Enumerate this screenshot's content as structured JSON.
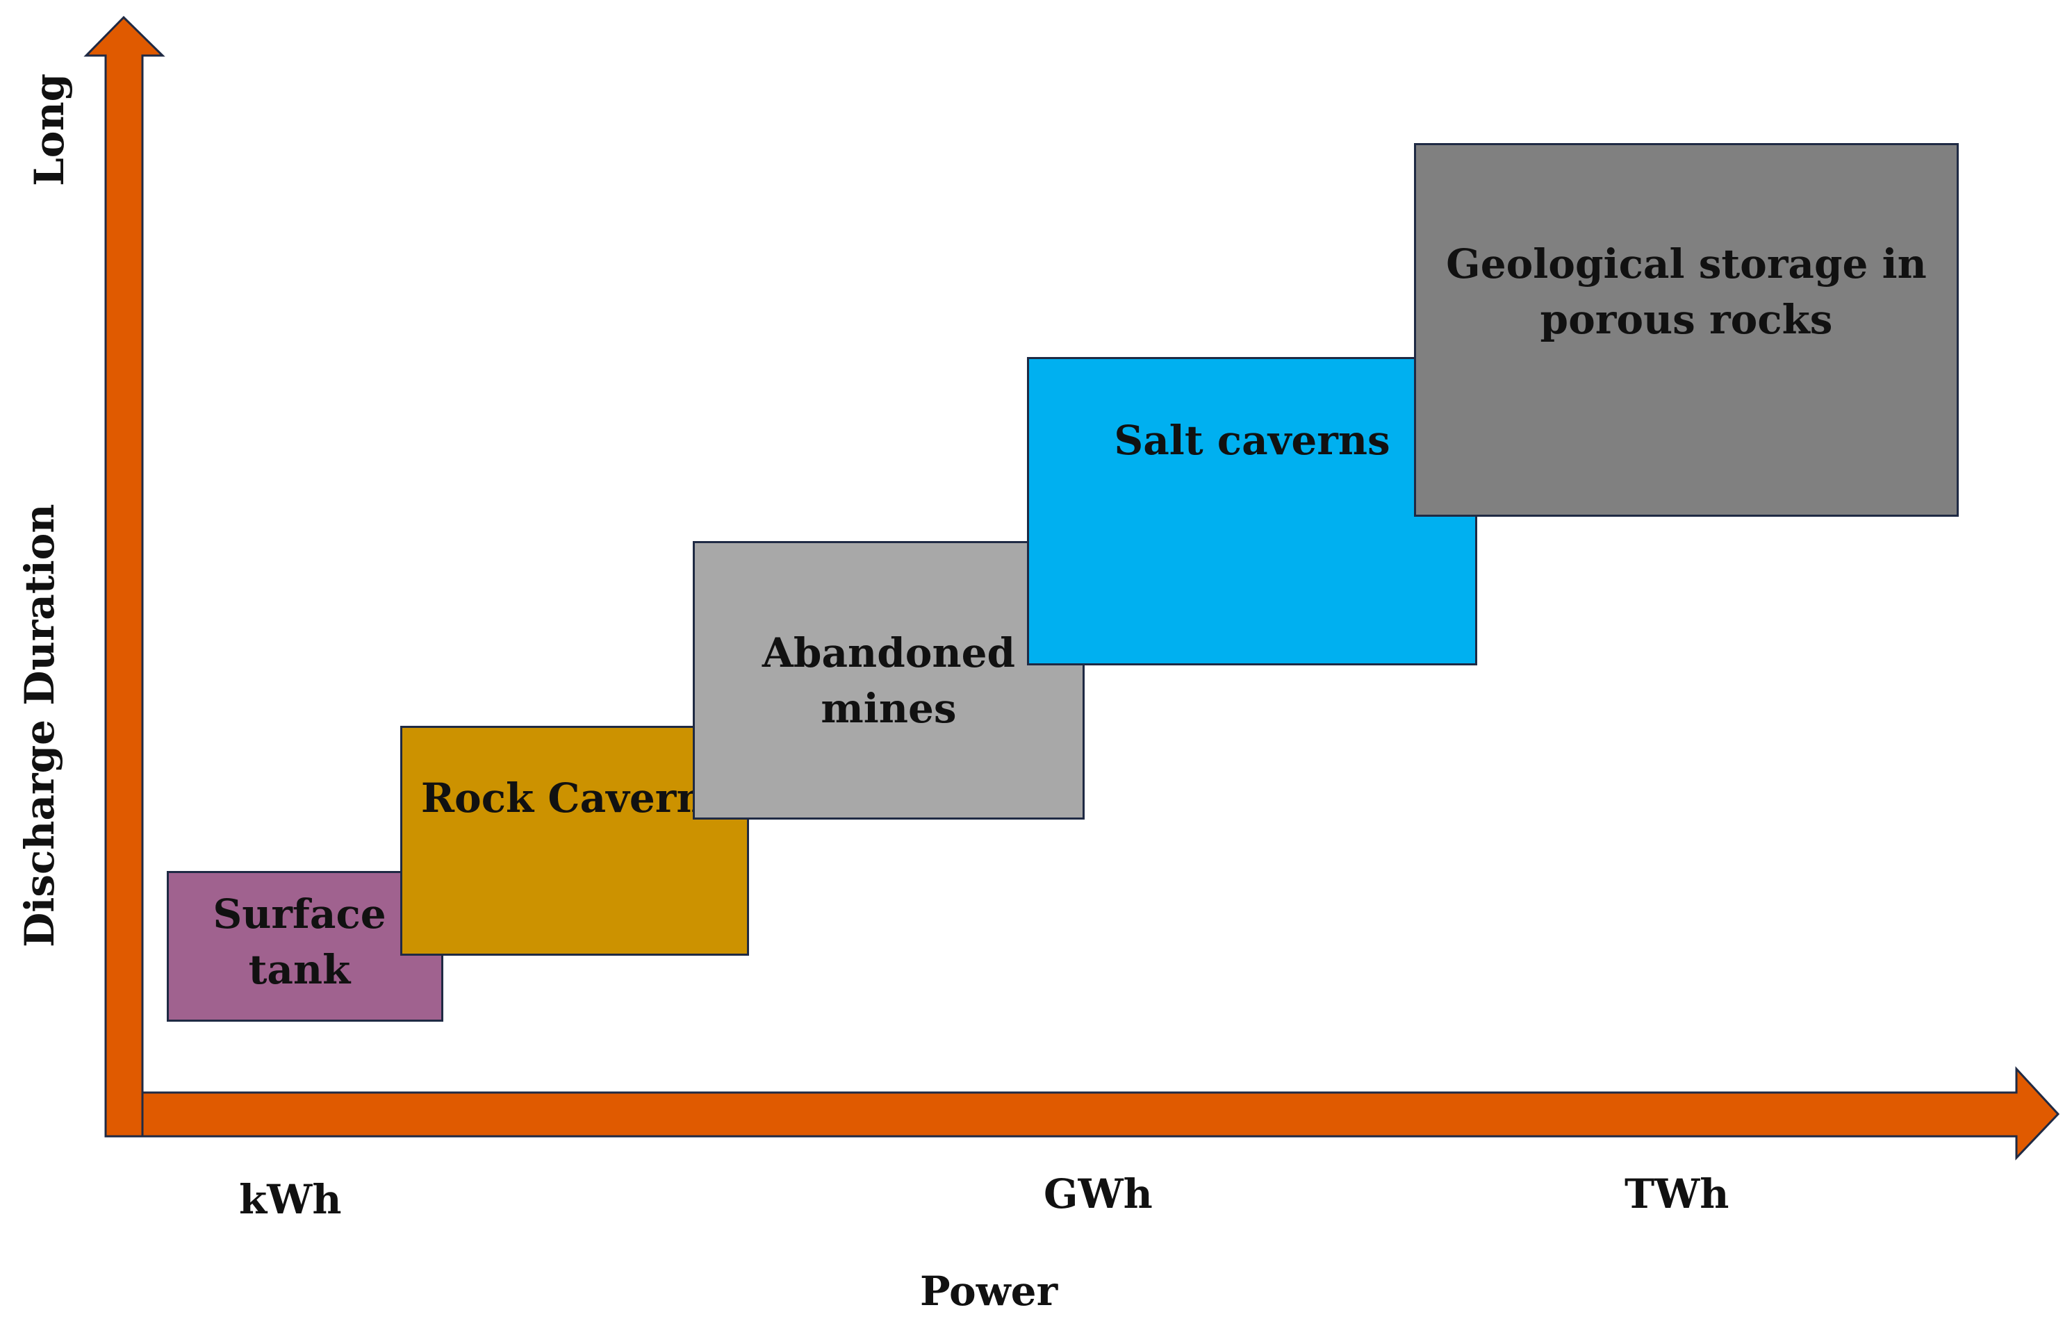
{
  "colors": {
    "axis": "#e05a00",
    "axis_border": "#1f2a44",
    "surface_tank": "#a0628f",
    "rock_caverns": "#cc9200",
    "abandoned_mines": "#a8a8a8",
    "salt_caverns": "#00b0f0",
    "porous_rocks": "#808080"
  },
  "y_axis": {
    "end_label": "Long",
    "title": "Discharge  Duration"
  },
  "x_axis": {
    "title": "Power",
    "ticks": [
      "kWh",
      "GWh",
      "TWh"
    ]
  },
  "storage_types": [
    {
      "label": "Surface\ntank"
    },
    {
      "label": "Rock Caverns"
    },
    {
      "label": "Abandoned\nmines"
    },
    {
      "label": "Salt caverns"
    },
    {
      "label": "Geological storage in\nporous rocks"
    }
  ]
}
